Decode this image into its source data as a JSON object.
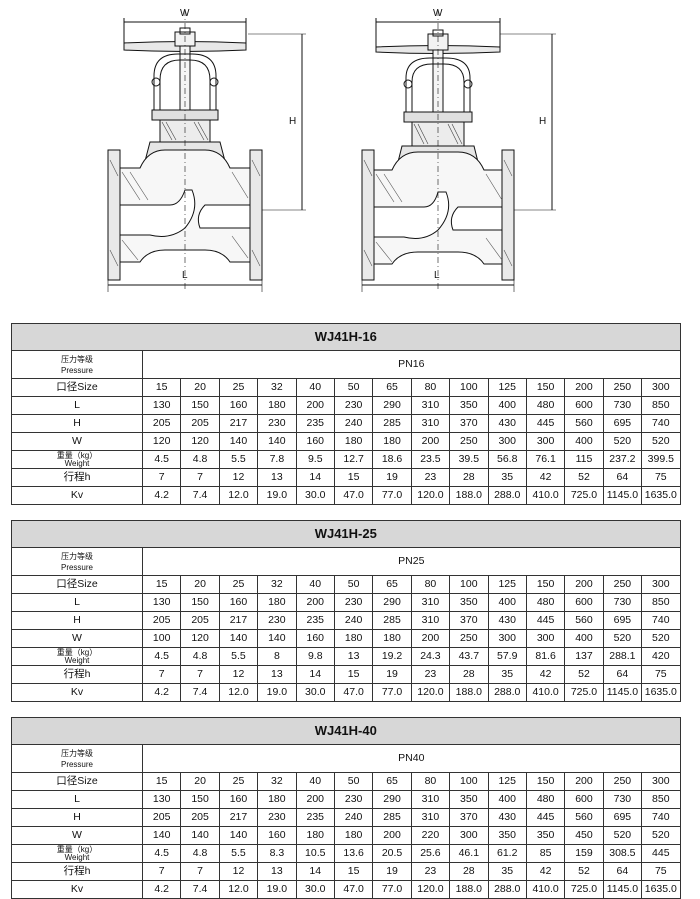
{
  "drawing": {
    "left": {
      "w_label": "W",
      "h_label": "H",
      "l_label": "L"
    },
    "right": {
      "w_label": "W",
      "h_label": "H",
      "l_label": "L"
    }
  },
  "tables": [
    {
      "title": "WJ41H-16",
      "pressure_label_cn": "压力等级",
      "pressure_label_en": "Pressure",
      "pressure_value": "PN16",
      "size_label": "口径Size",
      "sizes": [
        "15",
        "20",
        "25",
        "32",
        "40",
        "50",
        "65",
        "80",
        "100",
        "125",
        "150",
        "200",
        "250",
        "300"
      ],
      "rows": [
        {
          "label": "L",
          "values": [
            "130",
            "150",
            "160",
            "180",
            "200",
            "230",
            "290",
            "310",
            "350",
            "400",
            "480",
            "600",
            "730",
            "850"
          ]
        },
        {
          "label": "H",
          "values": [
            "205",
            "205",
            "217",
            "230",
            "235",
            "240",
            "285",
            "310",
            "370",
            "430",
            "445",
            "560",
            "695",
            "740"
          ]
        },
        {
          "label": "W",
          "values": [
            "120",
            "120",
            "140",
            "140",
            "160",
            "180",
            "180",
            "200",
            "250",
            "300",
            "300",
            "400",
            "520",
            "520"
          ]
        },
        {
          "label_cn": "重量（kg）",
          "label_en": "Weight",
          "values": [
            "4.5",
            "4.8",
            "5.5",
            "7.8",
            "9.5",
            "12.7",
            "18.6",
            "23.5",
            "39.5",
            "56.8",
            "76.1",
            "115",
            "237.2",
            "399.5"
          ]
        },
        {
          "label": "行程h",
          "values": [
            "7",
            "7",
            "12",
            "13",
            "14",
            "15",
            "19",
            "23",
            "28",
            "35",
            "42",
            "52",
            "64",
            "75"
          ]
        },
        {
          "label": "Kv",
          "values": [
            "4.2",
            "7.4",
            "12.0",
            "19.0",
            "30.0",
            "47.0",
            "77.0",
            "120.0",
            "188.0",
            "288.0",
            "410.0",
            "725.0",
            "1145.0",
            "1635.0"
          ]
        }
      ]
    },
    {
      "title": "WJ41H-25",
      "pressure_label_cn": "压力等级",
      "pressure_label_en": "Pressure",
      "pressure_value": "PN25",
      "size_label": "口径Size",
      "sizes": [
        "15",
        "20",
        "25",
        "32",
        "40",
        "50",
        "65",
        "80",
        "100",
        "125",
        "150",
        "200",
        "250",
        "300"
      ],
      "rows": [
        {
          "label": "L",
          "values": [
            "130",
            "150",
            "160",
            "180",
            "200",
            "230",
            "290",
            "310",
            "350",
            "400",
            "480",
            "600",
            "730",
            "850"
          ]
        },
        {
          "label": "H",
          "values": [
            "205",
            "205",
            "217",
            "230",
            "235",
            "240",
            "285",
            "310",
            "370",
            "430",
            "445",
            "560",
            "695",
            "740"
          ]
        },
        {
          "label": "W",
          "values": [
            "100",
            "120",
            "140",
            "140",
            "160",
            "180",
            "180",
            "200",
            "250",
            "300",
            "300",
            "400",
            "520",
            "520"
          ]
        },
        {
          "label_cn": "重量（kg）",
          "label_en": "Weight",
          "values": [
            "4.5",
            "4.8",
            "5.5",
            "8",
            "9.8",
            "13",
            "19.2",
            "24.3",
            "43.7",
            "57.9",
            "81.6",
            "137",
            "288.1",
            "420"
          ]
        },
        {
          "label": "行程h",
          "values": [
            "7",
            "7",
            "12",
            "13",
            "14",
            "15",
            "19",
            "23",
            "28",
            "35",
            "42",
            "52",
            "64",
            "75"
          ]
        },
        {
          "label": "Kv",
          "values": [
            "4.2",
            "7.4",
            "12.0",
            "19.0",
            "30.0",
            "47.0",
            "77.0",
            "120.0",
            "188.0",
            "288.0",
            "410.0",
            "725.0",
            "1145.0",
            "1635.0"
          ]
        }
      ]
    },
    {
      "title": "WJ41H-40",
      "pressure_label_cn": "压力等级",
      "pressure_label_en": "Pressure",
      "pressure_value": "PN40",
      "size_label": "口径Size",
      "sizes": [
        "15",
        "20",
        "25",
        "32",
        "40",
        "50",
        "65",
        "80",
        "100",
        "125",
        "150",
        "200",
        "250",
        "300"
      ],
      "rows": [
        {
          "label": "L",
          "values": [
            "130",
            "150",
            "160",
            "180",
            "200",
            "230",
            "290",
            "310",
            "350",
            "400",
            "480",
            "600",
            "730",
            "850"
          ]
        },
        {
          "label": "H",
          "values": [
            "205",
            "205",
            "217",
            "230",
            "235",
            "240",
            "285",
            "310",
            "370",
            "430",
            "445",
            "560",
            "695",
            "740"
          ]
        },
        {
          "label": "W",
          "values": [
            "140",
            "140",
            "140",
            "160",
            "180",
            "180",
            "200",
            "220",
            "300",
            "350",
            "350",
            "450",
            "520",
            "520"
          ]
        },
        {
          "label_cn": "重量（kg）",
          "label_en": "Weight",
          "values": [
            "4.5",
            "4.8",
            "5.5",
            "8.3",
            "10.5",
            "13.6",
            "20.5",
            "25.6",
            "46.1",
            "61.2",
            "85",
            "159",
            "308.5",
            "445"
          ]
        },
        {
          "label": "行程h",
          "values": [
            "7",
            "7",
            "12",
            "13",
            "14",
            "15",
            "19",
            "23",
            "28",
            "35",
            "42",
            "52",
            "64",
            "75"
          ]
        },
        {
          "label": "Kv",
          "values": [
            "4.2",
            "7.4",
            "12.0",
            "19.0",
            "30.0",
            "47.0",
            "77.0",
            "120.0",
            "188.0",
            "288.0",
            "410.0",
            "725.0",
            "1145.0",
            "1635.0"
          ]
        }
      ]
    }
  ]
}
